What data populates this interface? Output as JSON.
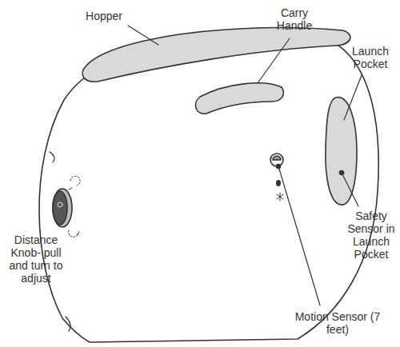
{
  "diagram": {
    "labels": [
      "Hopper",
      "Carry Handle",
      "Launch Pocket",
      "Safety Sensor in Launch Pocket",
      "Distance Knob- pull and turn to adjust",
      "Motion Sensor (7 feet)"
    ]
  }
}
